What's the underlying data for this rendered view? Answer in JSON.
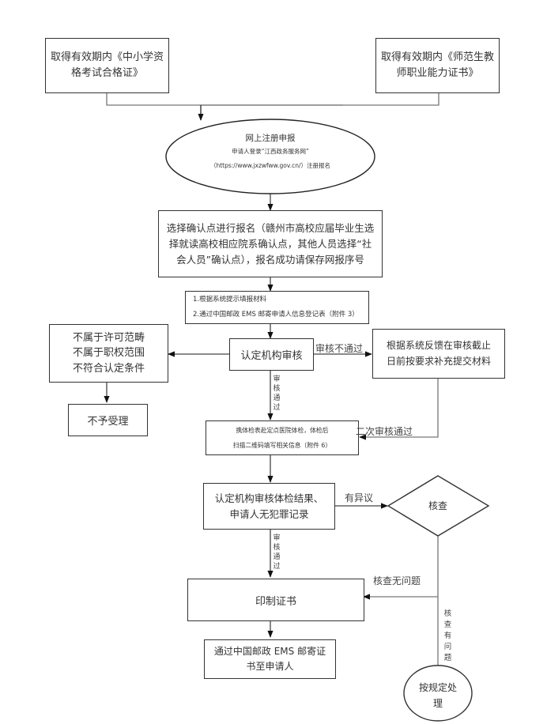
{
  "diagram": {
    "type": "flowchart",
    "nodes": {
      "cert_a": {
        "line1": "取得有效期内《中小学资",
        "line2": "格考试合格证》"
      },
      "cert_b": {
        "line1": "取得有效期内《师范生教",
        "line2": "师职业能力证书》"
      },
      "online_register": {
        "title": "网上注册申报",
        "line2": "申请人登录“江西政务服务网”",
        "line3": "（https://www.jxzwfww.gov.cn/）注册报名"
      },
      "select_point": {
        "line1": "选择确认点进行报名（赣州市高校应届毕业生选",
        "line2": "择就读高校相应院系确认点，其他人员选择“社",
        "line3": "会人员”确认点），报名成功请保存网报序号"
      },
      "materials": {
        "line1": "1.根据系统提示填报材料",
        "line2": "2.通过中国邮政 EMS 邮寄申请人信息登记表（附件 3）"
      },
      "review": {
        "label": "认定机构审核"
      },
      "reject_reasons": {
        "line1": "不属于许可范畴",
        "line2": "不属于职权范围",
        "line3": "不符合认定条件"
      },
      "not_accepted": {
        "label": "不予受理"
      },
      "supplement": {
        "line1": "根据系统反馈在审核截止",
        "line2": "日前按要求补充提交材料"
      },
      "physical_exam": {
        "line1": "携体检表赴定点医院体检，体检后",
        "line2": "扫描二维码填写相关信息（附件 6）"
      },
      "review_results": {
        "line1": "认定机构审核体检结果、",
        "line2": "申请人无犯罪记录"
      },
      "verify": {
        "label": "核查"
      },
      "print_cert": {
        "label": "印制证书"
      },
      "mail_cert": {
        "line1": "通过中国邮政 EMS 邮寄证",
        "line2": "书至申请人"
      },
      "handle": {
        "line1": "按规定处",
        "line2": "理"
      }
    },
    "edge_labels": {
      "review_fail": "审核不通过",
      "review_pass": "审核通过",
      "second_pass": "二次审核通过",
      "objection": "有异议",
      "review_pass_2": "审核通过",
      "verify_ok": "核查无问题",
      "verify_problem": "核查有问题"
    },
    "colors": {
      "border": "#333333",
      "line": "#777777",
      "text": "#333333"
    }
  }
}
